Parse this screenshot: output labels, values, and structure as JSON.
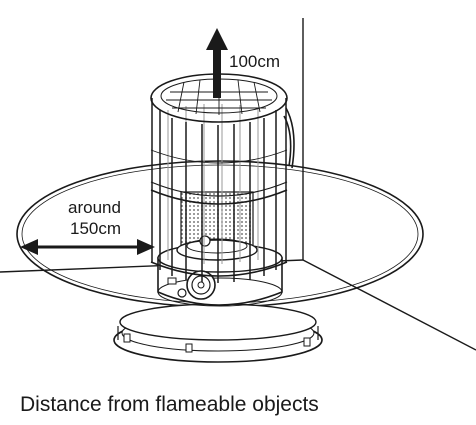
{
  "labels": {
    "vertical_clearance": "100cm",
    "side_clearance_line1": "around",
    "side_clearance_line2": "150cm"
  },
  "caption": "Distance from flameable objects",
  "colors": {
    "ink": "#1a1a1a",
    "paper": "#ffffff",
    "shading": "#9a9a9a"
  }
}
